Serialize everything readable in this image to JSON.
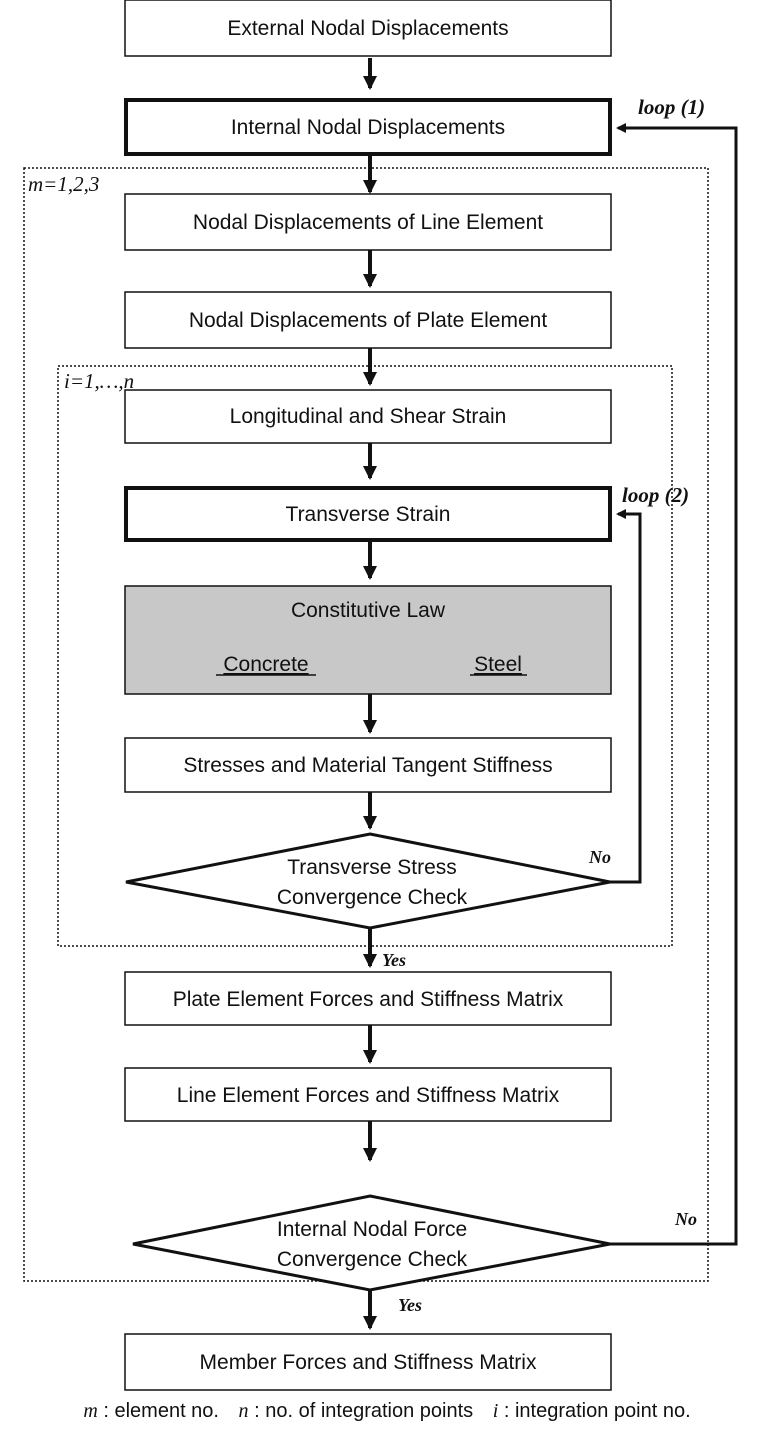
{
  "boxes": {
    "external": "External Nodal Displacements",
    "internal": "Internal Nodal Displacements",
    "line_disp": "Nodal Displacements of Line Element",
    "plate_disp": "Nodal Displacements of Plate Element",
    "long_shear": "Longitudinal and Shear Strain",
    "transverse": "Transverse Strain",
    "constitutive_title": "Constitutive Law",
    "concrete": "Concrete",
    "steel": "Steel",
    "stresses": "Stresses and Material Tangent Stiffness",
    "transverse_check_1": "Transverse Stress",
    "transverse_check_2": "Convergence Check",
    "plate_forces": "Plate Element Forces and Stiffness Matrix",
    "line_forces": "Line Element Forces and Stiffness Matrix",
    "nodal_check_1": "Internal Nodal Force",
    "nodal_check_2": "Convergence Check",
    "member": "Member Forces and Stiffness Matrix"
  },
  "labels": {
    "loop1": "loop (1)",
    "loop2": "loop (2)",
    "m_range": "m=1,2,3",
    "i_range": "i=1,…,n",
    "no": "No",
    "yes": "Yes"
  },
  "legend": {
    "m_sym": "m",
    "m_text": ": element no.",
    "n_sym": "n",
    "n_text": ": no. of integration points",
    "i_sym": "i",
    "i_text": ": integration point no."
  },
  "colors": {
    "line": "#111111",
    "constitutive_fill": "#c8c8c8"
  }
}
